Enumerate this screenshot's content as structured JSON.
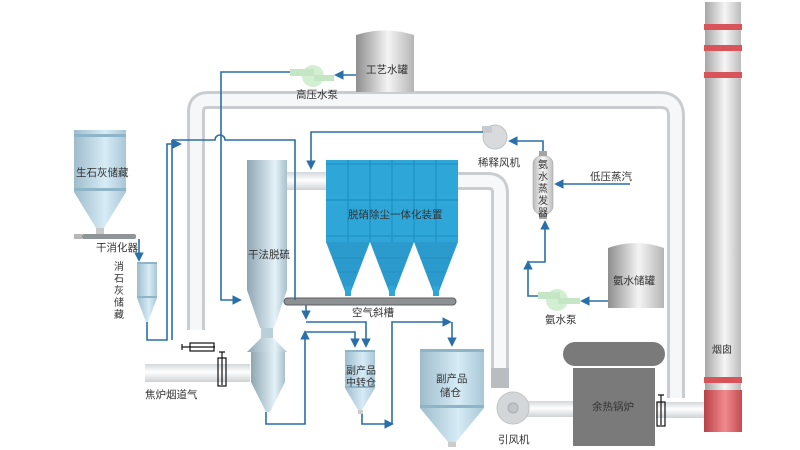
{
  "diagram": {
    "title": "焦炉烟道气脱硫脱硝除尘工艺流程",
    "colors": {
      "flow_line": "#2a6fa8",
      "pipe": "#e6e8ea",
      "scr_unit": "#2ea6d8",
      "silo": "#b9d4e3",
      "boiler": "#7a7a7a",
      "chimney_band": "#d9545a",
      "pump": "#c9e9c9"
    },
    "equipment": {
      "quicklime_storage": "生石灰储藏",
      "dry_slaker": "干消化器",
      "slaked_lime_storage": [
        "消",
        "石",
        "灰",
        "储",
        "藏"
      ],
      "coke_oven_flue_gas": "焦炉烟道气",
      "dry_desulfurization": "干法脱硫",
      "process_water_tank": "工艺水罐",
      "high_pressure_pump": "高压水泵",
      "integrated_unit": "脱硝除尘一体化装置",
      "air_slide": "空气斜槽",
      "byproduct_transfer_bin": [
        "副产品",
        "中转仓"
      ],
      "byproduct_storage_bin": [
        "副产品",
        "储仓"
      ],
      "induced_draft_fan": "引风机",
      "waste_heat_boiler": "余热锅炉",
      "dilution_fan": "稀释风机",
      "ammonia_evaporator": [
        "氨",
        "水",
        "蒸",
        "发",
        "器"
      ],
      "low_pressure_steam": "低压蒸汽",
      "ammonia_tank": "氨水储罐",
      "ammonia_pump": "氨水泵",
      "chimney": "烟囱"
    }
  }
}
